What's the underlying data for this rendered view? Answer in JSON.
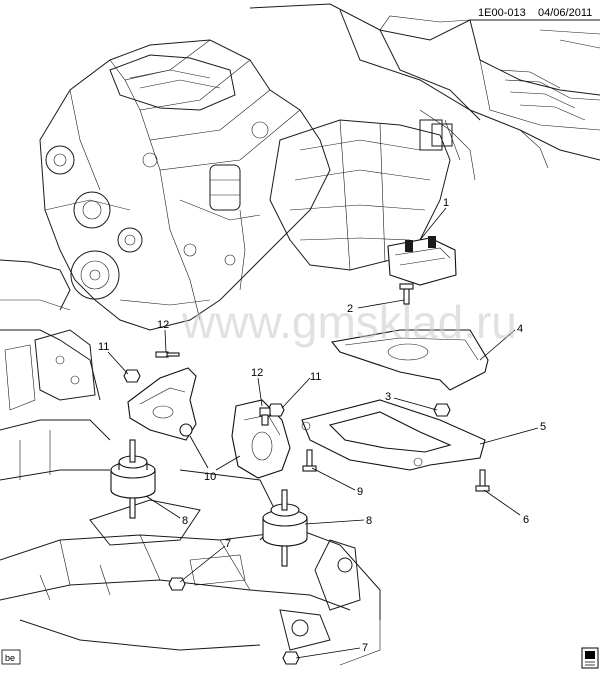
{
  "header": {
    "code": "1E00-013",
    "date": "04/06/2011"
  },
  "watermark": "www.gmsklad.ru",
  "view_tag": "be",
  "callouts": [
    {
      "id": "c1",
      "label": "1"
    },
    {
      "id": "c2",
      "label": "2"
    },
    {
      "id": "c3",
      "label": "3"
    },
    {
      "id": "c4",
      "label": "4"
    },
    {
      "id": "c5",
      "label": "5"
    },
    {
      "id": "c6",
      "label": "6"
    },
    {
      "id": "c7a",
      "label": "7"
    },
    {
      "id": "c7b",
      "label": "7"
    },
    {
      "id": "c8a",
      "label": "8"
    },
    {
      "id": "c8b",
      "label": "8"
    },
    {
      "id": "c9",
      "label": "9"
    },
    {
      "id": "c10",
      "label": "10"
    },
    {
      "id": "c11a",
      "label": "11"
    },
    {
      "id": "c11b",
      "label": "11"
    },
    {
      "id": "c12a",
      "label": "12"
    },
    {
      "id": "c12b",
      "label": "12"
    }
  ],
  "icons": [
    "book-icon"
  ]
}
